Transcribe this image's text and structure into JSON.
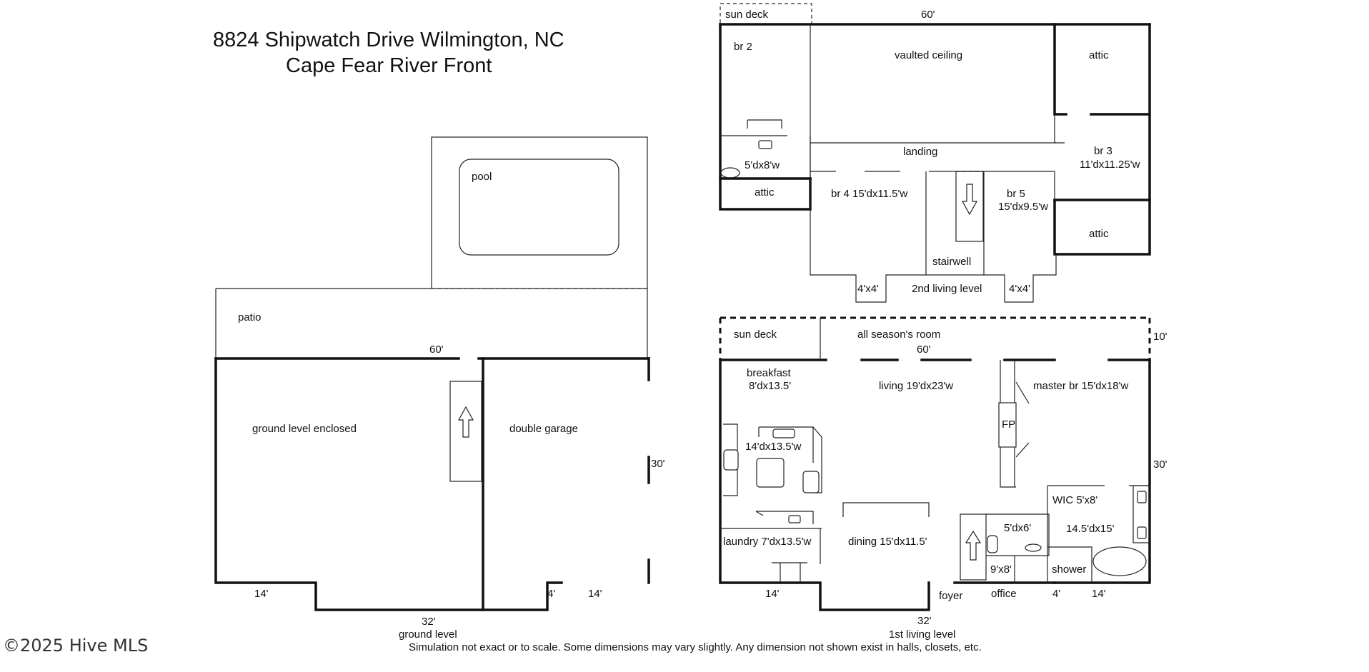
{
  "title": {
    "line1": "8824 Shipwatch Drive  Wilmington, NC",
    "line2": "Cape Fear River Front"
  },
  "ground_level": {
    "pool": "pool",
    "patio": "patio",
    "dim_top": "60'",
    "enclosed": "ground level enclosed",
    "garage": "double garage",
    "dim_side": "30'",
    "dim_left": "14'",
    "dim_bottom": "32'",
    "dim_small": "4'",
    "dim_right": "14'",
    "caption": "ground level"
  },
  "second_level": {
    "sun_deck": "sun deck",
    "dim_top": "60'",
    "br2": "br 2",
    "vaulted": "vaulted ceiling",
    "attic_top": "attic",
    "bath": "5'dx8'w",
    "landing": "landing",
    "br3": "br 3",
    "br3_dim": "11'dx11.25'w",
    "attic_left": "attic",
    "br4": "br 4 15'dx11.5'w",
    "br5": "br 5",
    "br5_dim": "15'dx9.5'w",
    "attic_right": "attic",
    "stairwell": "stairwell",
    "bay_left": "4'x4'",
    "caption": "2nd living level",
    "bay_right": "4'x4'"
  },
  "first_level": {
    "sun_deck": "sun deck",
    "all_season": "all season's room",
    "dim_deck": "10'",
    "dim_top": "60'",
    "breakfast": "breakfast",
    "breakfast_dim": "8'dx13.5'",
    "living": "living 19'dx23'w",
    "master": "master br 15'dx18'w",
    "fireplace": "FP",
    "den_dim": "14'dx13.5'w",
    "dim_side": "30'",
    "wic": "WIC 5'x8'",
    "bath_small": "5'dx6'",
    "master_bath": "14.5'dx15'",
    "laundry": "laundry 7'dx13.5'w",
    "dining": "dining 15'dx11.5'",
    "half_bath": "9'x8'",
    "shower": "shower",
    "dim_left": "14'",
    "foyer": "foyer",
    "office": "office",
    "dim_small": "4'",
    "dim_right": "14'",
    "dim_bottom": "32'",
    "caption": "1st living level"
  },
  "disclaimer": "Simulation not exact or to scale. Some dimensions may vary slightly. Any dimension not shown exist in halls, closets, etc.",
  "watermark": "©2025 Hive MLS"
}
